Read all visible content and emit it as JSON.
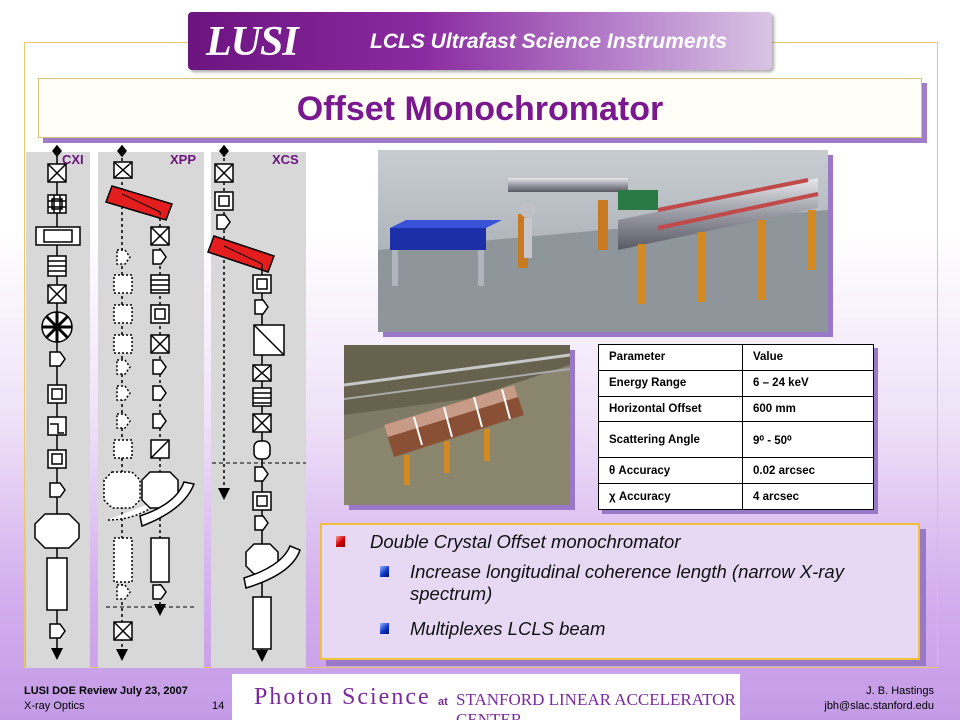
{
  "header": {
    "logo": "LUSI",
    "tagline": "LCLS Ultrafast Science Instruments",
    "title": "Offset Monochromator"
  },
  "instruments": {
    "cxi": "CXI",
    "xpp": "XPP",
    "xcs": "XCS"
  },
  "parameters": {
    "headers": [
      "Parameter",
      "Value"
    ],
    "rows": [
      {
        "parameter": "Energy Range",
        "value": "6 – 24 keV"
      },
      {
        "parameter": "Horizontal Offset",
        "value": "600 mm"
      },
      {
        "parameter": "Scattering Angle",
        "value": "9⁰ - 50⁰"
      },
      {
        "parameter": "θ  Accuracy",
        "value": "0.02 arcsec"
      },
      {
        "parameter": "χ Accuracy",
        "value": "4 arcsec"
      }
    ]
  },
  "bullets": {
    "main": "Double Crystal Offset monochromator",
    "sub1": "Increase longitudinal coherence length (narrow X-ray spectrum)",
    "sub2": "Multiplexes LCLS beam"
  },
  "footer": {
    "event": "LUSI DOE Review July 23, 2007",
    "topic": "X-ray Optics",
    "page": "14",
    "photon_science": "Photon Science",
    "at": "at",
    "center": "STANFORD LINEAR ACCELERATOR CENTER",
    "author": "J. B. Hastings",
    "email": "jbh@slac.stanford.edu"
  },
  "colors": {
    "accent": "#7a1890",
    "mono_red": "#e41e1e"
  }
}
